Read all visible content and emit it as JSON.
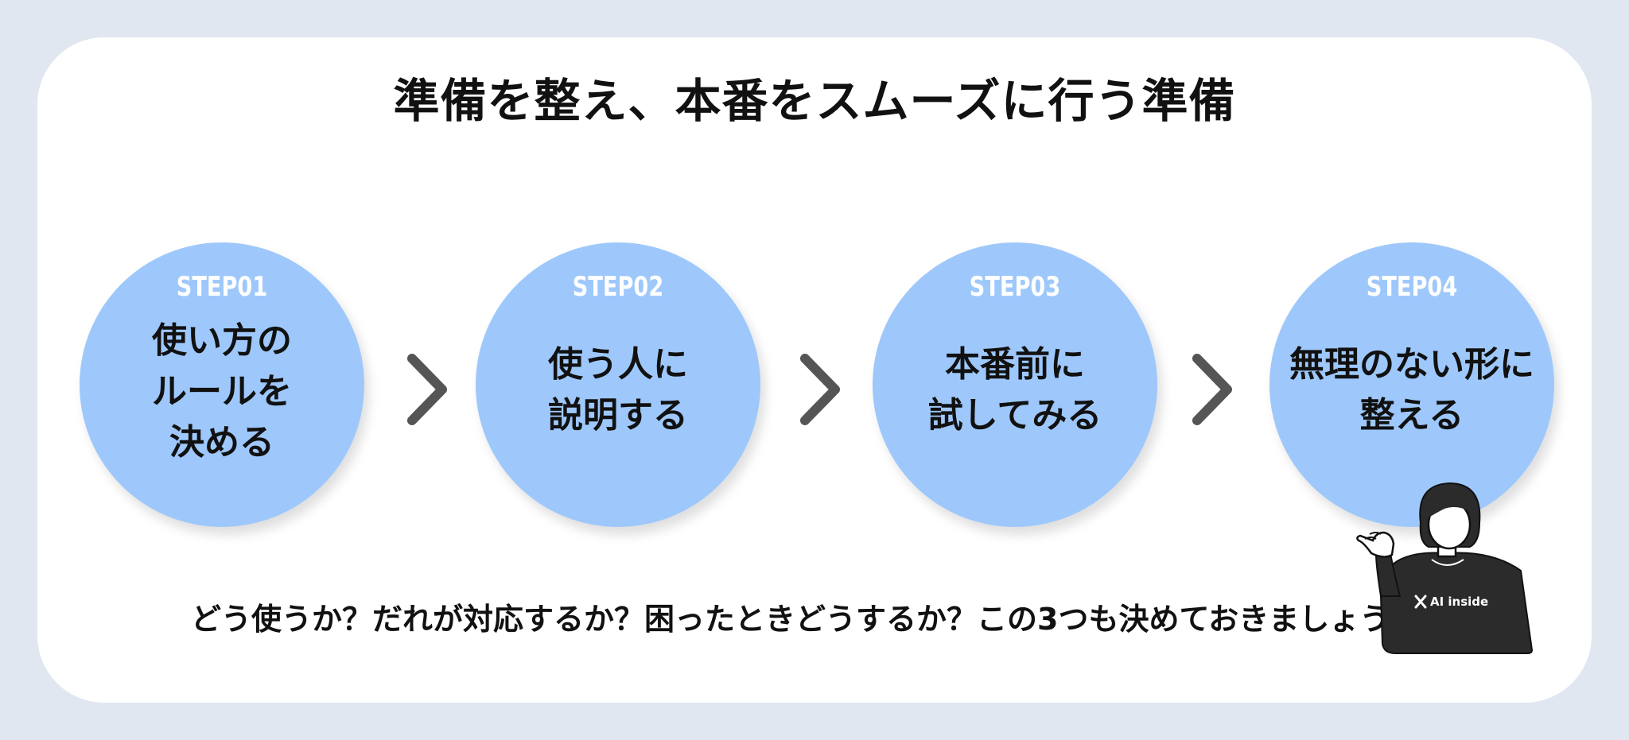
{
  "title": "準備を整え、本番をスムーズに行う準備",
  "steps": [
    {
      "label": "STEP01",
      "lines": [
        "使い方の",
        "ルールを",
        "決める"
      ]
    },
    {
      "label": "STEP02",
      "lines": [
        "使う人に",
        "説明する"
      ]
    },
    {
      "label": "STEP03",
      "lines": [
        "本番前に",
        "試してみる"
      ]
    },
    {
      "label": "STEP04",
      "lines": [
        "無理のない形に",
        "整える"
      ]
    }
  ],
  "caption": "どう使うか？だれが対応するか？困ったときどうするか？この3つも決めておきましょう。",
  "logo_text": "AI inside",
  "colors": {
    "frame": "#e1e7f1",
    "card": "#ffffff",
    "circle": "#9ec8fb",
    "arrow": "#555555",
    "text": "#111111"
  }
}
